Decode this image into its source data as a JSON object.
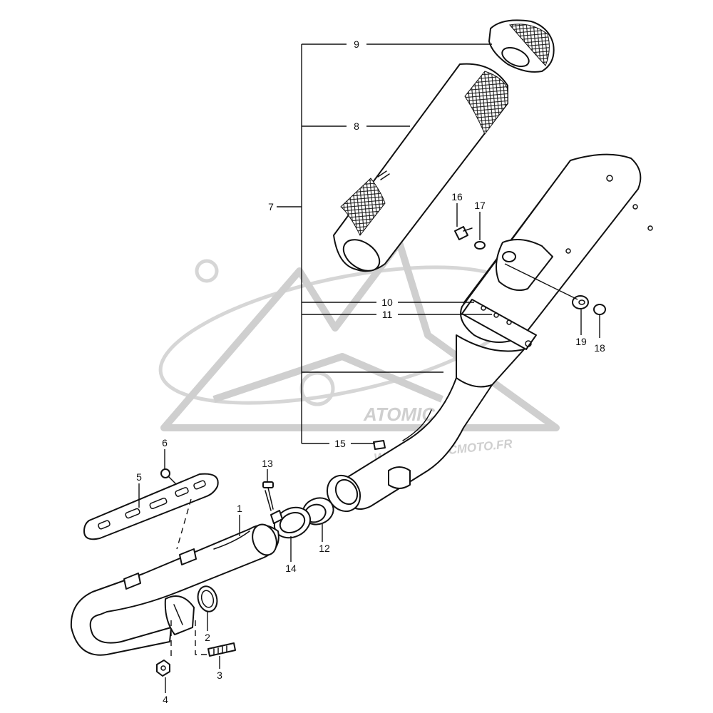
{
  "watermark": {
    "brand": "ATOMIC",
    "sub": "moto",
    "url": "WWW.ATOMICMOTO.FR"
  },
  "callouts": [
    {
      "id": "1",
      "label": "1"
    },
    {
      "id": "2",
      "label": "2"
    },
    {
      "id": "3",
      "label": "3"
    },
    {
      "id": "4",
      "label": "4"
    },
    {
      "id": "5",
      "label": "5"
    },
    {
      "id": "6",
      "label": "6"
    },
    {
      "id": "7",
      "label": "7"
    },
    {
      "id": "8",
      "label": "8"
    },
    {
      "id": "9",
      "label": "9"
    },
    {
      "id": "10",
      "label": "10"
    },
    {
      "id": "11",
      "label": "11"
    },
    {
      "id": "12",
      "label": "12"
    },
    {
      "id": "13",
      "label": "13"
    },
    {
      "id": "14",
      "label": "14"
    },
    {
      "id": "15",
      "label": "15"
    },
    {
      "id": "16",
      "label": "16"
    },
    {
      "id": "17",
      "label": "17"
    },
    {
      "id": "18",
      "label": "18"
    },
    {
      "id": "19",
      "label": "19"
    }
  ]
}
